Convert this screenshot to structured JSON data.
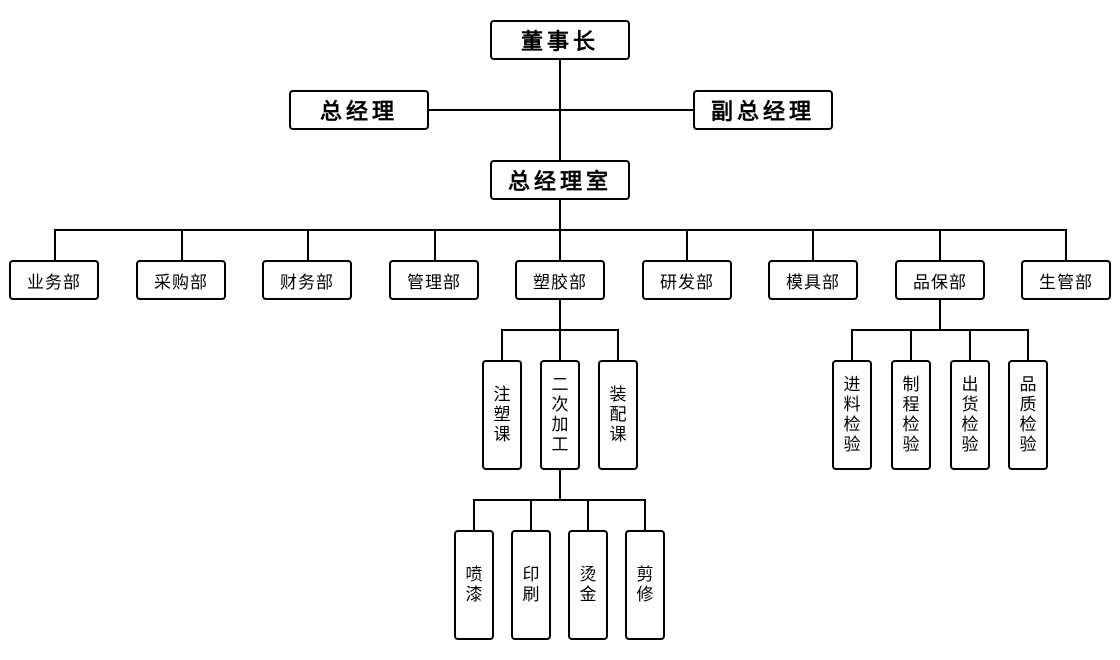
{
  "chairman": "董事长",
  "general_manager": "总经理",
  "deputy_general_manager": "副总经理",
  "gm_office": "总经理室",
  "departments": [
    "业务部",
    "采购部",
    "财务部",
    "管理部",
    "塑胶部",
    "研发部",
    "模具部",
    "品保部",
    "生管部"
  ],
  "plastics_sections": [
    "注塑课",
    "二次加工",
    "装配课"
  ],
  "secondary_processing_units": [
    "喷漆",
    "印刷",
    "烫金",
    "剪修"
  ],
  "quality_sections": [
    "进料检验",
    "制程检验",
    "出货检验",
    "品质检验"
  ]
}
